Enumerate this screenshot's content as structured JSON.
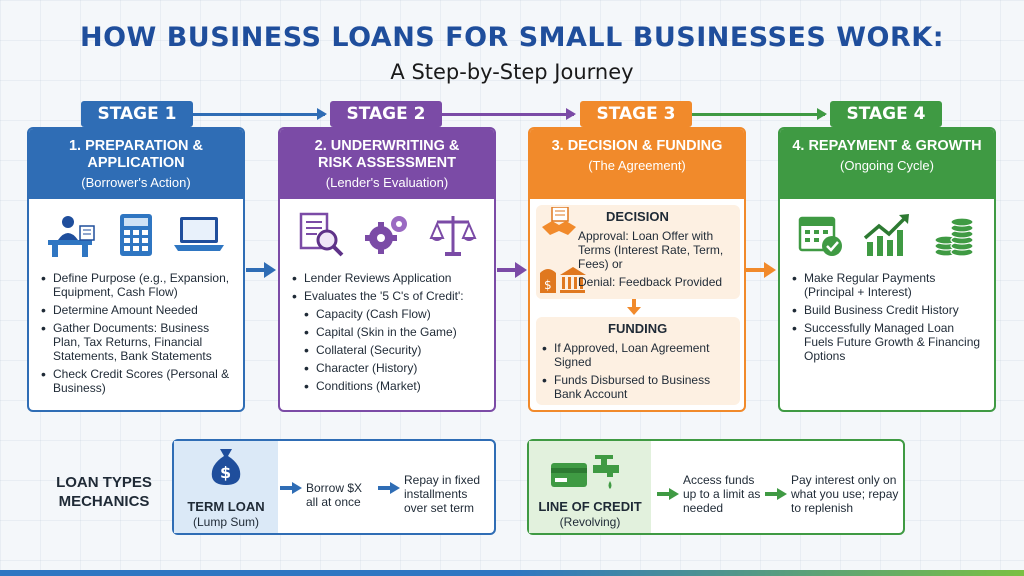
{
  "title": "HOW BUSINESS LOANS FOR SMALL BUSINESSES WORK:",
  "subtitle": "A Step-by-Step Journey",
  "colors": {
    "blue": "#2f6db5",
    "purple": "#7b4ba6",
    "orange": "#f18a2b",
    "green": "#3f9a43",
    "title": "#1f4e9c"
  },
  "stages": [
    {
      "tag": "STAGE 1",
      "heading": "1. PREPARATION & APPLICATION",
      "heading_l1": "1. PREPARATION &",
      "heading_l2": "APPLICATION",
      "sub": "(Borrower's Action)",
      "icons": [
        "person-at-desk-icon",
        "calculator-icon",
        "laptop-icon"
      ],
      "points": [
        "Define Purpose (e.g., Expansion, Equipment, Cash Flow)",
        "Determine Amount Needed",
        "Gather Documents: Business Plan, Tax Returns, Financial Statements, Bank Statements",
        "Check Credit Scores (Personal & Business)"
      ]
    },
    {
      "tag": "STAGE 2",
      "heading_l1": "2. UNDERWRITING &",
      "heading_l2": "RISK ASSESSMENT",
      "sub": "(Lender's Evaluation)",
      "icons": [
        "document-magnifier-icon",
        "gears-icon",
        "scales-icon"
      ],
      "points": [
        "Lender Reviews Application",
        "Evaluates the '5 C's of Credit':"
      ],
      "subpoints": [
        "Capacity (Cash Flow)",
        "Capital (Skin in the Game)",
        "Collateral (Security)",
        "Character (History)",
        "Conditions (Market)"
      ]
    },
    {
      "tag": "STAGE 3",
      "heading_l1": "3. DECISION & FUNDING",
      "sub": "(The Agreement)",
      "decision": {
        "label": "DECISION",
        "approval": "Approval: Loan Offer with Terms (Interest Rate, Term, Fees) or",
        "denial": "Denial: Feedback Provided"
      },
      "funding": {
        "label": "FUNDING",
        "points": [
          "If Approved, Loan Agreement Signed",
          "Funds Disbursed to Business Bank Account"
        ]
      }
    },
    {
      "tag": "STAGE 4",
      "heading_l1": "4. REPAYMENT & GROWTH",
      "sub": "(Ongoing Cycle)",
      "icons": [
        "calendar-check-icon",
        "growth-chart-icon",
        "coin-stacks-icon"
      ],
      "points": [
        "Make Regular Payments (Principal + Interest)",
        "Build Business Credit History",
        "Successfully Managed Loan Fuels Future Growth & Financing Options"
      ]
    }
  ],
  "loan_types": {
    "label_l1": "LOAN TYPES",
    "label_l2": "MECHANICS",
    "term": {
      "name": "TERM LOAN",
      "sub": "(Lump Sum)",
      "step1": "Borrow $X all at once",
      "step2": "Repay in fixed installments over set term"
    },
    "credit": {
      "name": "LINE OF CREDIT",
      "sub": "(Revolving)",
      "step1": "Access funds up to a limit as needed",
      "step2": "Pay interest only on what you use; repay to replenish"
    }
  }
}
